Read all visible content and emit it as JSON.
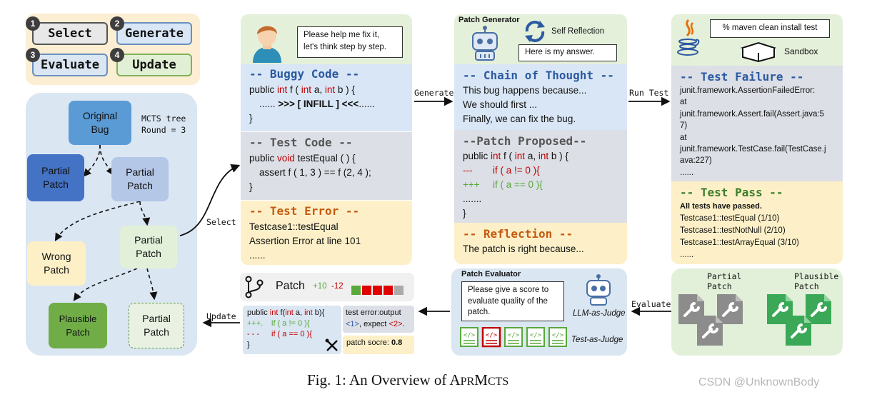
{
  "steps": [
    {
      "num": "1",
      "label": "Select"
    },
    {
      "num": "2",
      "label": "Generate"
    },
    {
      "num": "3",
      "label": "Evaluate"
    },
    {
      "num": "4",
      "label": "Update"
    }
  ],
  "colors": {
    "select": "#e8e8e8",
    "generate": "#d8e6f6",
    "evaluate": "#dae6f2",
    "update": "#e1f0d4",
    "buggy_bg": "#d9e6f5",
    "test_code_bg": "#dcdfe6",
    "error_bg": "#fdf0c8",
    "success": "#3aa856",
    "fail_doc": "#8c8c8c"
  },
  "tree": {
    "caption_line1": "MCTS tree",
    "caption_line2": "Round = 3",
    "original_bug": {
      "line1": "Original",
      "line2": "Bug"
    },
    "partial_patch_dark": {
      "line1": "Partial",
      "line2": "Patch"
    },
    "partial_patch_light": {
      "line1": "Partial",
      "line2": "Patch"
    },
    "wrong_patch": {
      "line1": "Wrong",
      "line2": "Patch"
    },
    "partial_patch_mid": {
      "line1": "Partial",
      "line2": "Patch"
    },
    "plausible_patch": {
      "line1": "Plausible",
      "line2": "Patch"
    },
    "partial_patch_dashed": {
      "line1": "Partial",
      "line2": "Patch"
    }
  },
  "arrows": {
    "select": "Select",
    "generate": "Generate",
    "run_test": "Run Test",
    "evaluate": "Evaluate",
    "update": "Update"
  },
  "prompt": {
    "line1": "Please help me fix it,",
    "line2": "let's think step by step."
  },
  "buggy_code": {
    "title": "-- Buggy Code --",
    "line1_a": "public ",
    "line1_kw": "int",
    "line1_b": " f ( ",
    "line1_kw2": "int",
    "line1_c": " a, ",
    "line1_kw3": "int",
    "line1_d": " b ) {",
    "line2_a": "...... ",
    "line2_b": ">>> [ INFILL ] <<<",
    "line2_c": "......",
    "line3": "}"
  },
  "test_code": {
    "title": "-- Test Code --",
    "line1_a": "public ",
    "line1_kw": "void",
    "line1_b": " testEqual ( ) {",
    "line2": "assert f ( 1, 3 ) == f (2, 4 );",
    "line3": "}"
  },
  "test_error": {
    "title": "-- Test Error --",
    "line1": "Testcase1::testEqual",
    "line2": "Assertion Error at line 101",
    "line3": "......"
  },
  "patch_generator": {
    "title": "Patch Generator",
    "self_reflection": "Self Reflection",
    "answer": "Here is my answer."
  },
  "chain_of_thought": {
    "title": "-- Chain of Thought --",
    "line1": "This bug happens because...",
    "line2": "We should first ...",
    "line3": "Finally, we can fix the bug."
  },
  "patch_proposed": {
    "title": "--Patch Proposed--",
    "line1_a": "public ",
    "line1_kw": "int",
    "line1_b": " f ( ",
    "line1_kw2": "int",
    "line1_c": " a, ",
    "line1_kw3": "int",
    "line1_d": " b ) {",
    "minus_mark": "---",
    "minus_code": "if ( a != 0 ){",
    "plus_mark": "+++",
    "plus_code": "if ( a == 0 ){",
    "line4": ".......",
    "line5": "}"
  },
  "reflection": {
    "title": "-- Reflection --",
    "line1": "The patch is right because..."
  },
  "sandbox": {
    "command": "% maven clean install  test",
    "label": "Sandbox"
  },
  "test_failure": {
    "title": "-- Test Failure --",
    "lines": [
      "junit.framework.AssertionFailedError:",
      "at",
      "junit.framework.Assert.fail(Assert.java:5",
      "7)",
      "at",
      "junit.framework.TestCase.fail(TestCase.j",
      "ava:227)",
      "......"
    ]
  },
  "test_pass": {
    "title": "-- Test Pass --",
    "line1": "All tests have passed.",
    "line2": "Testcase1::testEqual (1/10)",
    "line3": "Testcase1::testNotNull (2/10)",
    "line4": "Testcase1::testArrayEqual (3/10)",
    "line5": "......"
  },
  "docs": {
    "partial_label_line1": "Partial",
    "partial_label_line2": "Patch",
    "plausible_label_line1": "Plausible",
    "plausible_label_line2": "Patch"
  },
  "patch_evaluator": {
    "title": "Patch Evaluator",
    "prompt_line1": "Please give a score to",
    "prompt_line2": "evaluate quality of the",
    "prompt_line3": "patch.",
    "llm_judge": "LLM-as-Judge",
    "test_judge": "Test-as-Judge"
  },
  "patch_card": {
    "title": "Patch",
    "plus": "+10",
    "minus": "-12",
    "code_line1_a": "public ",
    "code_line1_kw": "int",
    "code_line1_b": " f(",
    "code_line1_kw2": "int",
    "code_line1_c": " a, ",
    "code_line1_kw3": "int",
    "code_line1_d": " b){",
    "code_plus_mark": "+++.",
    "code_plus": "if ( a != 0 ){",
    "code_minus_mark": "- - -",
    "code_minus": "if ( a == 0 ){",
    "code_close": "}",
    "error_line1": "test error:output",
    "error_expected_a": "<1>",
    "error_expected_b": ", expect ",
    "error_expected_c": "<2>",
    "error_expected_d": ".",
    "score_label": "patch socre: ",
    "score_value": "0.8"
  },
  "caption": {
    "prefix": "Fig. 1: An Overview of ",
    "name_a": "A",
    "name_b": "PR",
    "name_c": "M",
    "name_d": "CTS"
  },
  "watermark": "CSDN @UnknownBody"
}
